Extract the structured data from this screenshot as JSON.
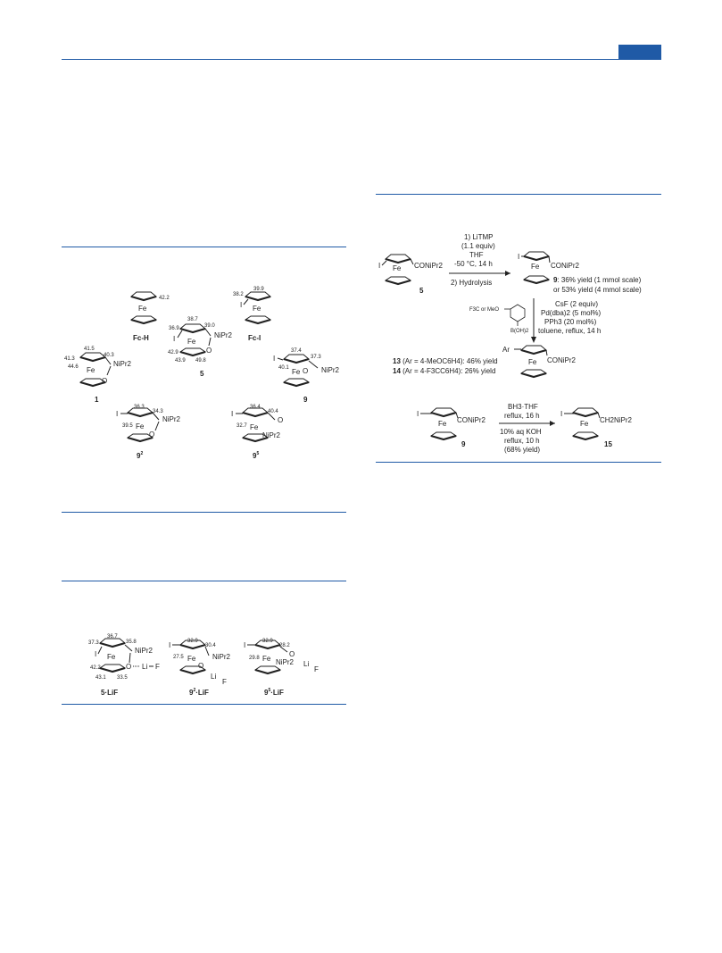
{
  "left_fig1": {
    "fch": {
      "value": "42.2",
      "fe": "Fe",
      "label": "Fc-H"
    },
    "fci": {
      "v1": "38.2",
      "v2": "39.9",
      "i": "I",
      "fe": "Fe",
      "label": "Fc-I"
    },
    "c1": {
      "v1": "41.5",
      "v2": "40.3",
      "v3": "41.3",
      "v4": "44.6",
      "fe": "Fe",
      "amide": "NiPr2",
      "o": "O",
      "label": "1"
    },
    "c5": {
      "v1": "38.7",
      "v2": "36.9",
      "v3": "39.0",
      "v4": "42.9",
      "v5": "43.9",
      "v6": "49.8",
      "i": "I",
      "fe": "Fe",
      "amide": "NiPr2",
      "o": "O",
      "label": "5"
    },
    "c9": {
      "v1": "37.4",
      "v2": "37.3",
      "v3": "40.1",
      "i": "I",
      "fe": "Fe",
      "o": "O",
      "amide": "NiPr2",
      "label": "9"
    },
    "c92": {
      "v1": "36.3",
      "v2": "34.3",
      "v3": "39.5",
      "i": "I",
      "fe": "Fe",
      "amide": "NiPr2",
      "o": "O",
      "label": "9",
      "sup": "2"
    },
    "c95": {
      "v1": "36.4",
      "v2": "40.4",
      "v3": "32.7",
      "i": "I",
      "fe": "Fe",
      "o": "O",
      "amide": "NiPr2",
      "label": "9",
      "sup": "5"
    }
  },
  "left_fig2": {
    "a": {
      "v1": "36.7",
      "v2": "37.3",
      "v3": "35.8",
      "v4": "42.2",
      "v5": "43.1",
      "v6": "33.5",
      "i": "I",
      "fe": "Fe",
      "amide": "NiPr2",
      "o": "O",
      "li": "Li",
      "f": "F",
      "label": "5·LiF"
    },
    "b": {
      "v1": "32.9",
      "v2": "30.4",
      "v3": "27.5",
      "i": "I",
      "fe": "Fe",
      "o": "O",
      "amide": "NiPr2",
      "li": "Li",
      "f": "F",
      "label": "9",
      "sup": "2",
      "suffix": "·LiF"
    },
    "c": {
      "v1": "32.9",
      "v2": "28.2",
      "v3": "29.8",
      "i": "I",
      "fe": "Fe",
      "o": "O",
      "amide": "NiPr2",
      "li": "Li",
      "f": "F",
      "label": "9",
      "sup": "5",
      "suffix": "·LiF"
    }
  },
  "right_scheme": {
    "sm": {
      "i": "I",
      "fe": "Fe",
      "amide": "CONiPr2",
      "label": "5"
    },
    "step1": [
      "1) LiTMP",
      "(1.1 equiv)",
      "THF",
      "-50 °C, 14 h",
      "2) Hydrolysis"
    ],
    "p9": {
      "i": "I",
      "fe": "Fe",
      "amide": "CONiPr2",
      "label": "9",
      "yield1": ": 36% yield (1 mmol scale)",
      "yield2": "or 53% yield (4 mmol scale)"
    },
    "boronic": {
      "prefix": "F3C or MeO",
      "group": "B(OH)2"
    },
    "step2": [
      "CsF (2 equiv)",
      "Pd(dba)2 (5 mol%)",
      "PPh3 (20 mol%)",
      "toluene, reflux, 14 h"
    ],
    "ar_prod": {
      "ar": "Ar",
      "fe": "Fe",
      "amide": "CONiPr2"
    },
    "y13": {
      "label": "13",
      "text": " (Ar = 4-MeOC6H4): 46% yield"
    },
    "y14": {
      "label": "14",
      "text": " (Ar = 4-F3CC6H4): 26% yield"
    },
    "sm9": {
      "i": "I",
      "fe": "Fe",
      "amide": "CONiPr2",
      "label": "9"
    },
    "step3": [
      "BH3·THF",
      "reflux, 16 h",
      "10% aq KOH",
      "reflux, 10 h",
      "(68% yield)"
    ],
    "p15": {
      "i": "I",
      "fe": "Fe",
      "amine": "CH2NiPr2",
      "label": "15"
    }
  }
}
